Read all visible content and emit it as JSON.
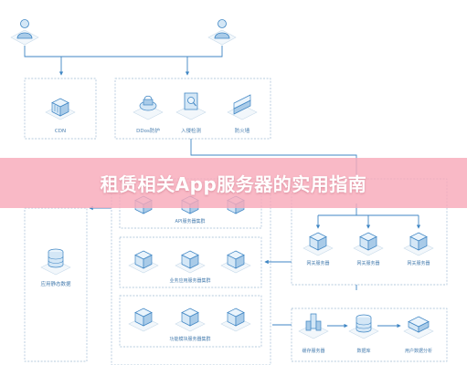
{
  "banner": {
    "title": "租赁相关App服务器的实用指南"
  },
  "nodes": {
    "cdn": "CDN",
    "ddos": "DDos防护",
    "intrusion": "入侵检测",
    "firewall": "防火墙",
    "api_cluster": "API服务器集群",
    "static_data": "应用静态数据",
    "business_cluster": "业务应用服务器集群",
    "module_cluster": "功能模块服务器集群",
    "gateway_1": "网关服务器",
    "gateway_2": "网关服务器",
    "gateway_3": "网关服务器",
    "cache_server": "缓存服务器",
    "database": "数据库",
    "user_analysis": "用户数据分析"
  },
  "colors": {
    "accent": "#3f86c4",
    "icon_face": "#d4e7f6",
    "icon_side": "#a9cbe8",
    "icon_top": "#eaf4fc",
    "banner_bg": "#f8aab9",
    "banner_text": "#ffffff"
  }
}
